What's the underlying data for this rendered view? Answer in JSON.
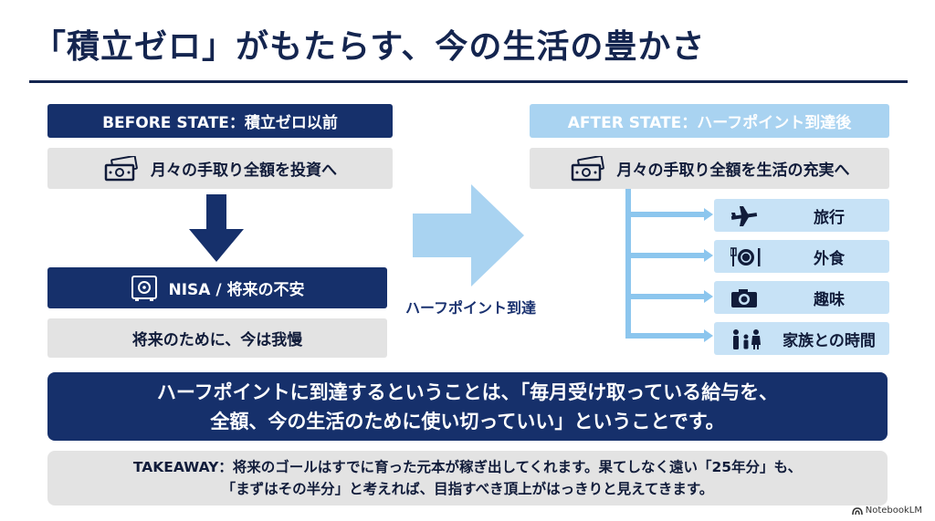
{
  "title": "「積立ゼロ」がもたらす、今の生活の豊かさ",
  "before": {
    "header": "BEFORE STATE：積立ゼロ以前",
    "item1": "月々の手取り全額を投資へ",
    "item2": "NISA / 将来の不安",
    "item3": "将来のために、今は我慢"
  },
  "transition_label": "ハーフポイント到達",
  "after": {
    "header": "AFTER STATE：ハーフポイント到達後",
    "item1": "月々の手取り全額を生活の充実へ",
    "destinations": [
      {
        "label": "旅行",
        "icon": "airplane-icon"
      },
      {
        "label": "外食",
        "icon": "dining-icon"
      },
      {
        "label": "趣味",
        "icon": "camera-icon"
      },
      {
        "label": "家族との時間",
        "icon": "family-icon"
      }
    ]
  },
  "statement": {
    "line1": "ハーフポイントに到達するということは、「毎月受け取っている給与を、",
    "line2": "全額、今の生活のために使い切っていい」ということです。"
  },
  "takeaway": {
    "line1": "TAKEAWAY：将来のゴールはすでに育った元本が稼ぎ出してくれます。果てしなく遠い「25年分」も、",
    "line2": "「まずはその半分」と考えれば、目指すべき頂上がはっきりと見えてきます。"
  },
  "brand": "NotebookLM",
  "colors": {
    "navy": "#16306b",
    "light_blue": "#a9d3f1",
    "pale_blue": "#c7e2f6",
    "gray": "#e3e3e3"
  }
}
